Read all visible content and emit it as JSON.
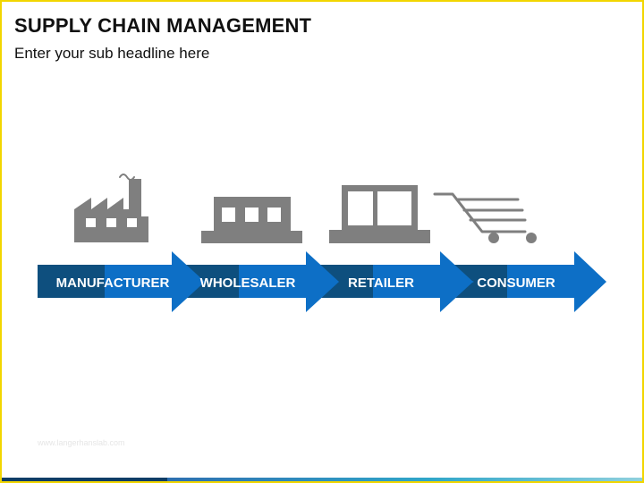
{
  "slide": {
    "title": "SUPPLY CHAIN MANAGEMENT",
    "subtitle": "Enter your sub headline here",
    "watermark": "www.langerhanslab.com"
  },
  "flow": {
    "stages": [
      {
        "label": "MANUFACTURER",
        "icon": "factory-icon"
      },
      {
        "label": "WHOLESALER",
        "icon": "warehouse-icon"
      },
      {
        "label": "RETAILER",
        "icon": "store-icon"
      },
      {
        "label": "CONSUMER",
        "icon": "shopping-cart-icon"
      }
    ]
  },
  "colors": {
    "border": "#F2D600",
    "arrow_dark": "#0E4F7E",
    "arrow_light": "#0D6FC6",
    "icon": "#7F7F7F",
    "label_text": "#FFFFFF"
  }
}
